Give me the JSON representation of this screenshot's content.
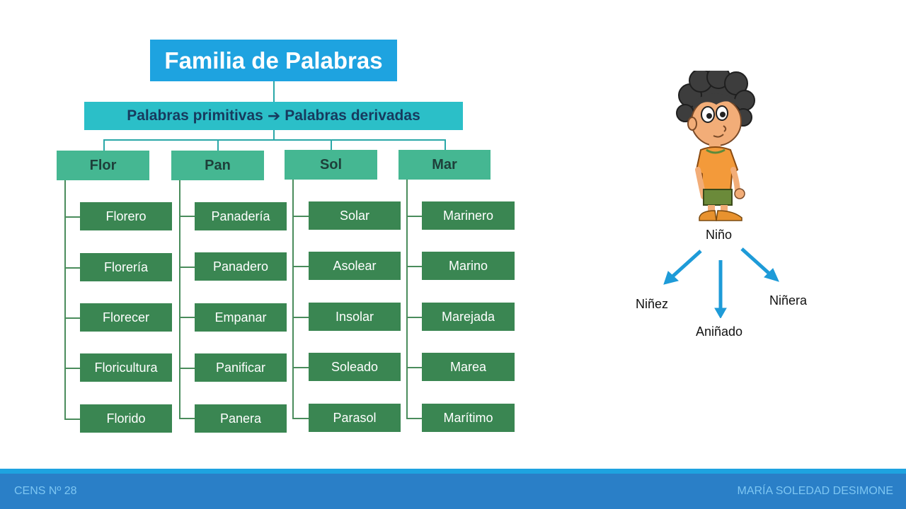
{
  "title": "Familia de Palabras",
  "subtitle": {
    "left": "Palabras primitivas",
    "arrow": "➔",
    "right": "Palabras derivadas"
  },
  "columns": [
    {
      "word": "Flor",
      "derived": [
        "Florero",
        "Florería",
        "Florecer",
        "Floricultura",
        "Florido"
      ]
    },
    {
      "word": "Pan",
      "derived": [
        "Panadería",
        "Panadero",
        "Empanar",
        "Panificar",
        "Panera"
      ]
    },
    {
      "word": "Sol",
      "derived": [
        "Solar",
        "Asolear",
        "Insolar",
        "Soleado",
        "Parasol"
      ]
    },
    {
      "word": "Mar",
      "derived": [
        "Marinero",
        "Marino",
        "Marejada",
        "Marea",
        "Marítimo"
      ]
    }
  ],
  "example": {
    "root": "Niño",
    "left": "Niñez",
    "center": "Aniñado",
    "right": "Niñera"
  },
  "footer": {
    "left": "CENS Nº 28",
    "right": "MARÍA SOLEDAD DESIMONE"
  },
  "colors": {
    "title_bg": "#1ea3e0",
    "subtitle_bg": "#2bbfc8",
    "category_bg": "#45b792",
    "leaf_bg": "#3a8652",
    "footer_bg": "#2a7fc7",
    "arrow": "#1ea3e0"
  }
}
